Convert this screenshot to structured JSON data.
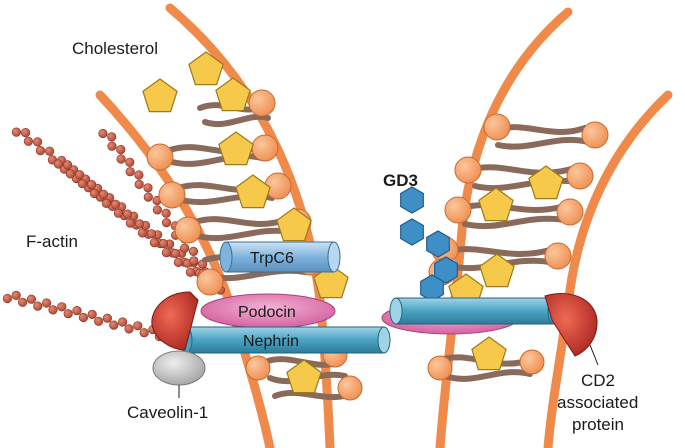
{
  "labels": {
    "cholesterol": "Cholesterol",
    "f_actin": "F-actin",
    "gd3": "GD3",
    "trpc6": "TrpC6",
    "podocin": "Podocin",
    "nephrin": "Nephrin",
    "caveolin": "Caveolin-1",
    "cd2ap_line1": "CD2",
    "cd2ap_line2": "associated",
    "cd2ap_line3": "protein"
  },
  "colors": {
    "membrane": "#f08a4b",
    "lipid_head": "#f5a46b",
    "lipid_tail": "#8a6a5a",
    "cholesterol": "#f7c94a",
    "cylinder": "#4aa3c4",
    "trpc6": "#7fb3de",
    "podocin": "#e07ab0",
    "cd2ap": "#c8332e",
    "caveolin": "#bdbdbd",
    "actin": "#c75a45",
    "gd3": "#3f8fc7"
  }
}
